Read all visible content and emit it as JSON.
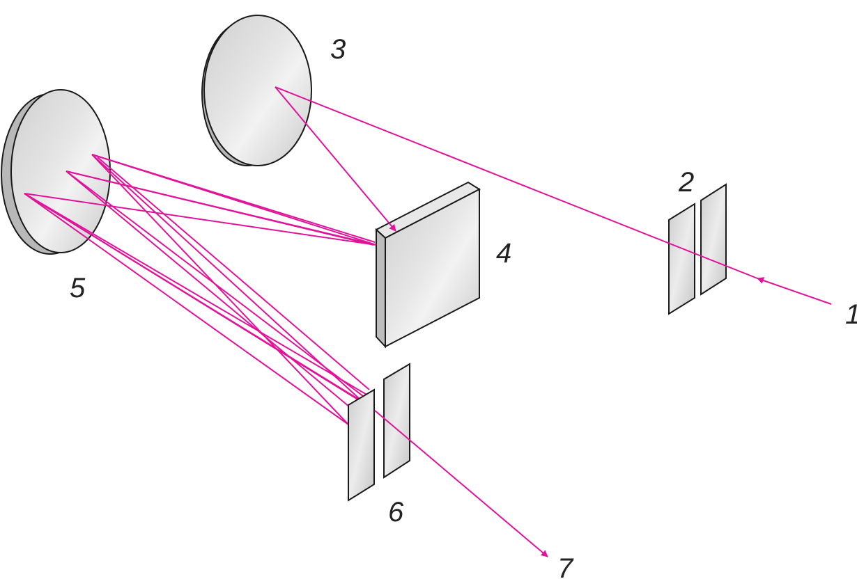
{
  "labels": {
    "l1": "1",
    "l2": "2",
    "l3": "3",
    "l4": "4",
    "l5": "5",
    "l6": "6",
    "l7": "7"
  },
  "colors": {
    "beam": "#e0139a",
    "outline": "#1a1a1a",
    "optic_face": "#d6d6d6",
    "optic_edge": "#b8b8b8",
    "background": "#ffffff"
  }
}
